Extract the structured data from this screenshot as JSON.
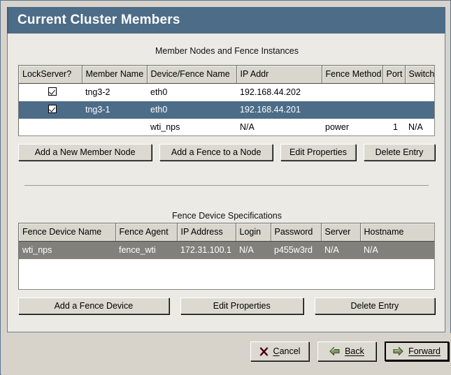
{
  "window": {
    "title": "Current Cluster Members"
  },
  "members_section": {
    "title": "Member Nodes and Fence Instances",
    "columns": [
      "LockServer?",
      "Member Name",
      "Device/Fence Name",
      "IP Addr",
      "Fence Method",
      "Port",
      "Switch"
    ],
    "rows": [
      {
        "lockserver_checked": true,
        "member_name": "tng3-2",
        "device_fence_name": "eth0",
        "ip_addr": "192.168.44.202",
        "fence_method": "",
        "port": "",
        "switch": "",
        "selected": false
      },
      {
        "lockserver_checked": true,
        "member_name": "tng3-1",
        "device_fence_name": "eth0",
        "ip_addr": "192.168.44.201",
        "fence_method": "",
        "port": "",
        "switch": "",
        "selected": true
      },
      {
        "lockserver_checked": false,
        "member_name": "",
        "device_fence_name": "wti_nps",
        "ip_addr": "N/A",
        "fence_method": "power",
        "port": "1",
        "switch": "N/A",
        "selected": false
      }
    ],
    "buttons": [
      {
        "label": "Add a New Member Node",
        "name": "add-new-member-node-button"
      },
      {
        "label": "Add a Fence to a Node",
        "name": "add-fence-to-node-button"
      },
      {
        "label": "Edit Properties",
        "name": "edit-member-properties-button"
      },
      {
        "label": "Delete Entry",
        "name": "delete-member-entry-button"
      }
    ]
  },
  "fence_section": {
    "title": "Fence Device Specifications",
    "columns": [
      "Fence Device Name",
      "Fence Agent",
      "IP Address",
      "Login",
      "Password",
      "Server",
      "Hostname"
    ],
    "rows": [
      {
        "fence_device_name": "wti_nps",
        "fence_agent": "fence_wti",
        "ip_address": "172.31.100.1",
        "login": "N/A",
        "password": "p455w3rd",
        "server": "N/A",
        "hostname": "N/A",
        "selected": true
      }
    ],
    "buttons": [
      {
        "label": "Add a Fence Device",
        "name": "add-fence-device-button"
      },
      {
        "label": "Edit Properties",
        "name": "edit-fence-properties-button"
      },
      {
        "label": "Delete Entry",
        "name": "delete-fence-entry-button"
      }
    ]
  },
  "navigation": {
    "cancel": {
      "label_before": "C",
      "label_accel": "a",
      "label_after": "ncel",
      "full": "Cancel",
      "icon": "cancel-x-icon"
    },
    "back": {
      "full": "Back",
      "icon": "arrow-left-icon"
    },
    "forward": {
      "full": "Forward",
      "icon": "arrow-right-icon"
    }
  },
  "colors": {
    "titlebar": "#4c6c88",
    "panel": "#eceae4",
    "window": "#d7d3cb",
    "row_selected_blue": "#4c6c88",
    "row_selected_gray": "#82807a",
    "header_cell": "#d8d6cd"
  }
}
